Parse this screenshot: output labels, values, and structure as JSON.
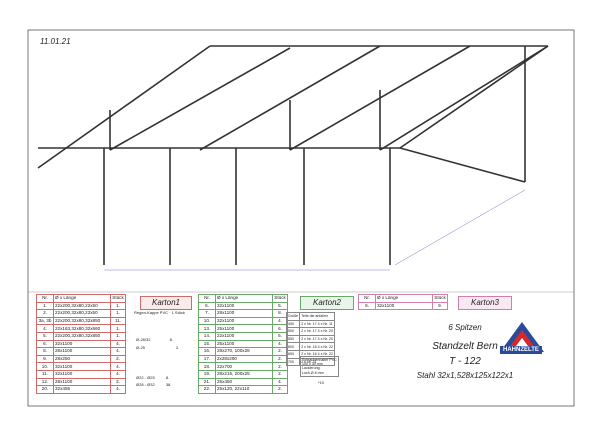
{
  "date": "11.01.21",
  "karton1": {
    "label": "Karton1",
    "header": {
      "nr": "Nr.",
      "dim": "Ø x Länge",
      "qty": "Stück"
    },
    "rows": [
      {
        "nr": "1.",
        "dim": "22x200,32x80,22x50",
        "qty": "1."
      },
      {
        "nr": "2.",
        "dim": "22x200,32x80,22x50",
        "qty": "1."
      },
      {
        "nr": "3a, 3b",
        "dim": "22x200,32x80,32x850",
        "qty": "11."
      },
      {
        "nr": "4.",
        "dim": "22x163,32x80,32x660",
        "qty": "1."
      },
      {
        "nr": "5.",
        "dim": "22x200,32x80,32x850",
        "qty": "1."
      },
      {
        "nr": "6.",
        "dim": "32x1100",
        "qty": "4."
      },
      {
        "nr": "8.",
        "dim": "28x1100",
        "qty": "4."
      },
      {
        "nr": "9.",
        "dim": "28x250",
        "qty": "2."
      },
      {
        "nr": "10.",
        "dim": "32x1100",
        "qty": "4."
      },
      {
        "nr": "11.",
        "dim": "32x1100",
        "qty": "4."
      },
      {
        "nr": "12.",
        "dim": "28x1100",
        "qty": "2."
      },
      {
        "nr": "20.",
        "dim": "32x455",
        "qty": "4."
      }
    ],
    "notes": [
      {
        "text": "Regen-Kappe PVC",
        "qty": "1 Stück"
      },
      {
        "text": "Ø-28/32",
        "qty": "8."
      },
      {
        "text": "Ø-25",
        "qty": "2."
      },
      {
        "text": "Ø22 - Ø25",
        "qty": "8."
      },
      {
        "text": "Ø28 - Ø32",
        "qty": "38."
      }
    ]
  },
  "karton2": {
    "label": "Karton2",
    "header": {
      "nr": "Nr.",
      "dim": "Ø x Länge",
      "qty": "Stück"
    },
    "rows": [
      {
        "nr": "6.",
        "dim": "32x1100",
        "qty": "5."
      },
      {
        "nr": "7.",
        "dim": "28x1100",
        "qty": "8."
      },
      {
        "nr": "10.",
        "dim": "32x1100",
        "qty": "4."
      },
      {
        "nr": "13.",
        "dim": "25x1100",
        "qty": "6."
      },
      {
        "nr": "14.",
        "dim": "22x1100",
        "qty": "5."
      },
      {
        "nr": "15.",
        "dim": "25x1100",
        "qty": "4."
      },
      {
        "nr": "16.",
        "dim": "28x270, 100x28",
        "qty": "2."
      },
      {
        "nr": "17.",
        "dim": "2x28x290",
        "qty": "2."
      },
      {
        "nr": "18.",
        "dim": "22x700",
        "qty": "2."
      },
      {
        "nr": "19.",
        "dim": "28x215, 200x25",
        "qty": "2."
      },
      {
        "nr": "21.",
        "dim": "25x450",
        "qty": "4."
      },
      {
        "nr": "22.",
        "dim": "25x120, 22x110",
        "qty": "2."
      }
    ]
  },
  "karton3": {
    "label": "Karton3",
    "header": {
      "nr": "Nr.",
      "dim": "Ø x Länge",
      "qty": "Stück"
    },
    "rows": [
      {
        "nr": "6.",
        "dim": "32x1100",
        "qty": "9."
      }
    ]
  },
  "size_table": {
    "header": {
      "size": "Größe",
      "parts": "Teile die anfallen"
    },
    "rows": [
      {
        "size": "450",
        "parts": "2 x Nr. 17   4 x Nr. 11"
      },
      {
        "size": "500",
        "parts": "2 x Nr. 17   4 x Nr. 20"
      },
      {
        "size": "550",
        "parts": "2 x Nr. 17   4 x Nr. 20"
      },
      {
        "size": "600",
        "parts": "2 x Nr. 16   4 x Nr. 22"
      },
      {
        "size": "650",
        "parts": "2 x Nr. 16   4 x Nr. 22"
      },
      {
        "size": "700",
        "parts": "2 x Nr. 21"
      }
    ]
  },
  "material_note": [
    "Schraubenhalter PVC",
    "100 x 30 mm",
    "Lackierung",
    "Loch Ø 8 mm"
  ],
  "note_ref": "*10",
  "info": {
    "spitzen": "6 Spitzen",
    "model": "Standzelt Bern",
    "code": "T - 122",
    "spec": "Stahl 32x1,528x125x122x1"
  },
  "brand": "HAHNZELTE",
  "colors": {
    "karton1": "#d06a6a",
    "karton2": "#6aa86a",
    "karton3": "#d080a8",
    "logo_red": "#d42a2a",
    "logo_blue": "#2a4a9c"
  }
}
